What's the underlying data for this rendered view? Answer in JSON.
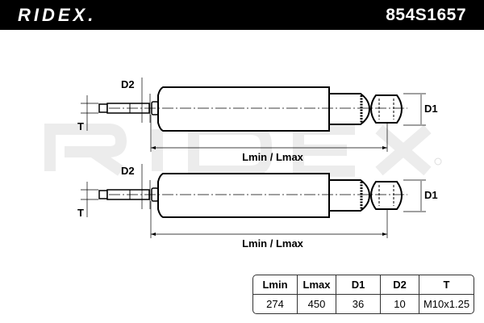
{
  "header": {
    "brand": "RIDEX.",
    "part_number": "854S1657"
  },
  "watermark": "RIDEX",
  "watermark_mark": "®",
  "diagram": {
    "labels": {
      "d1": "D1",
      "d2": "D2",
      "t": "T",
      "length": "Lmin / Lmax"
    }
  },
  "specs": {
    "headers": [
      "Lmin",
      "Lmax",
      "D1",
      "D2",
      "T"
    ],
    "values": [
      "274",
      "450",
      "36",
      "10",
      "M10x1.25"
    ]
  }
}
